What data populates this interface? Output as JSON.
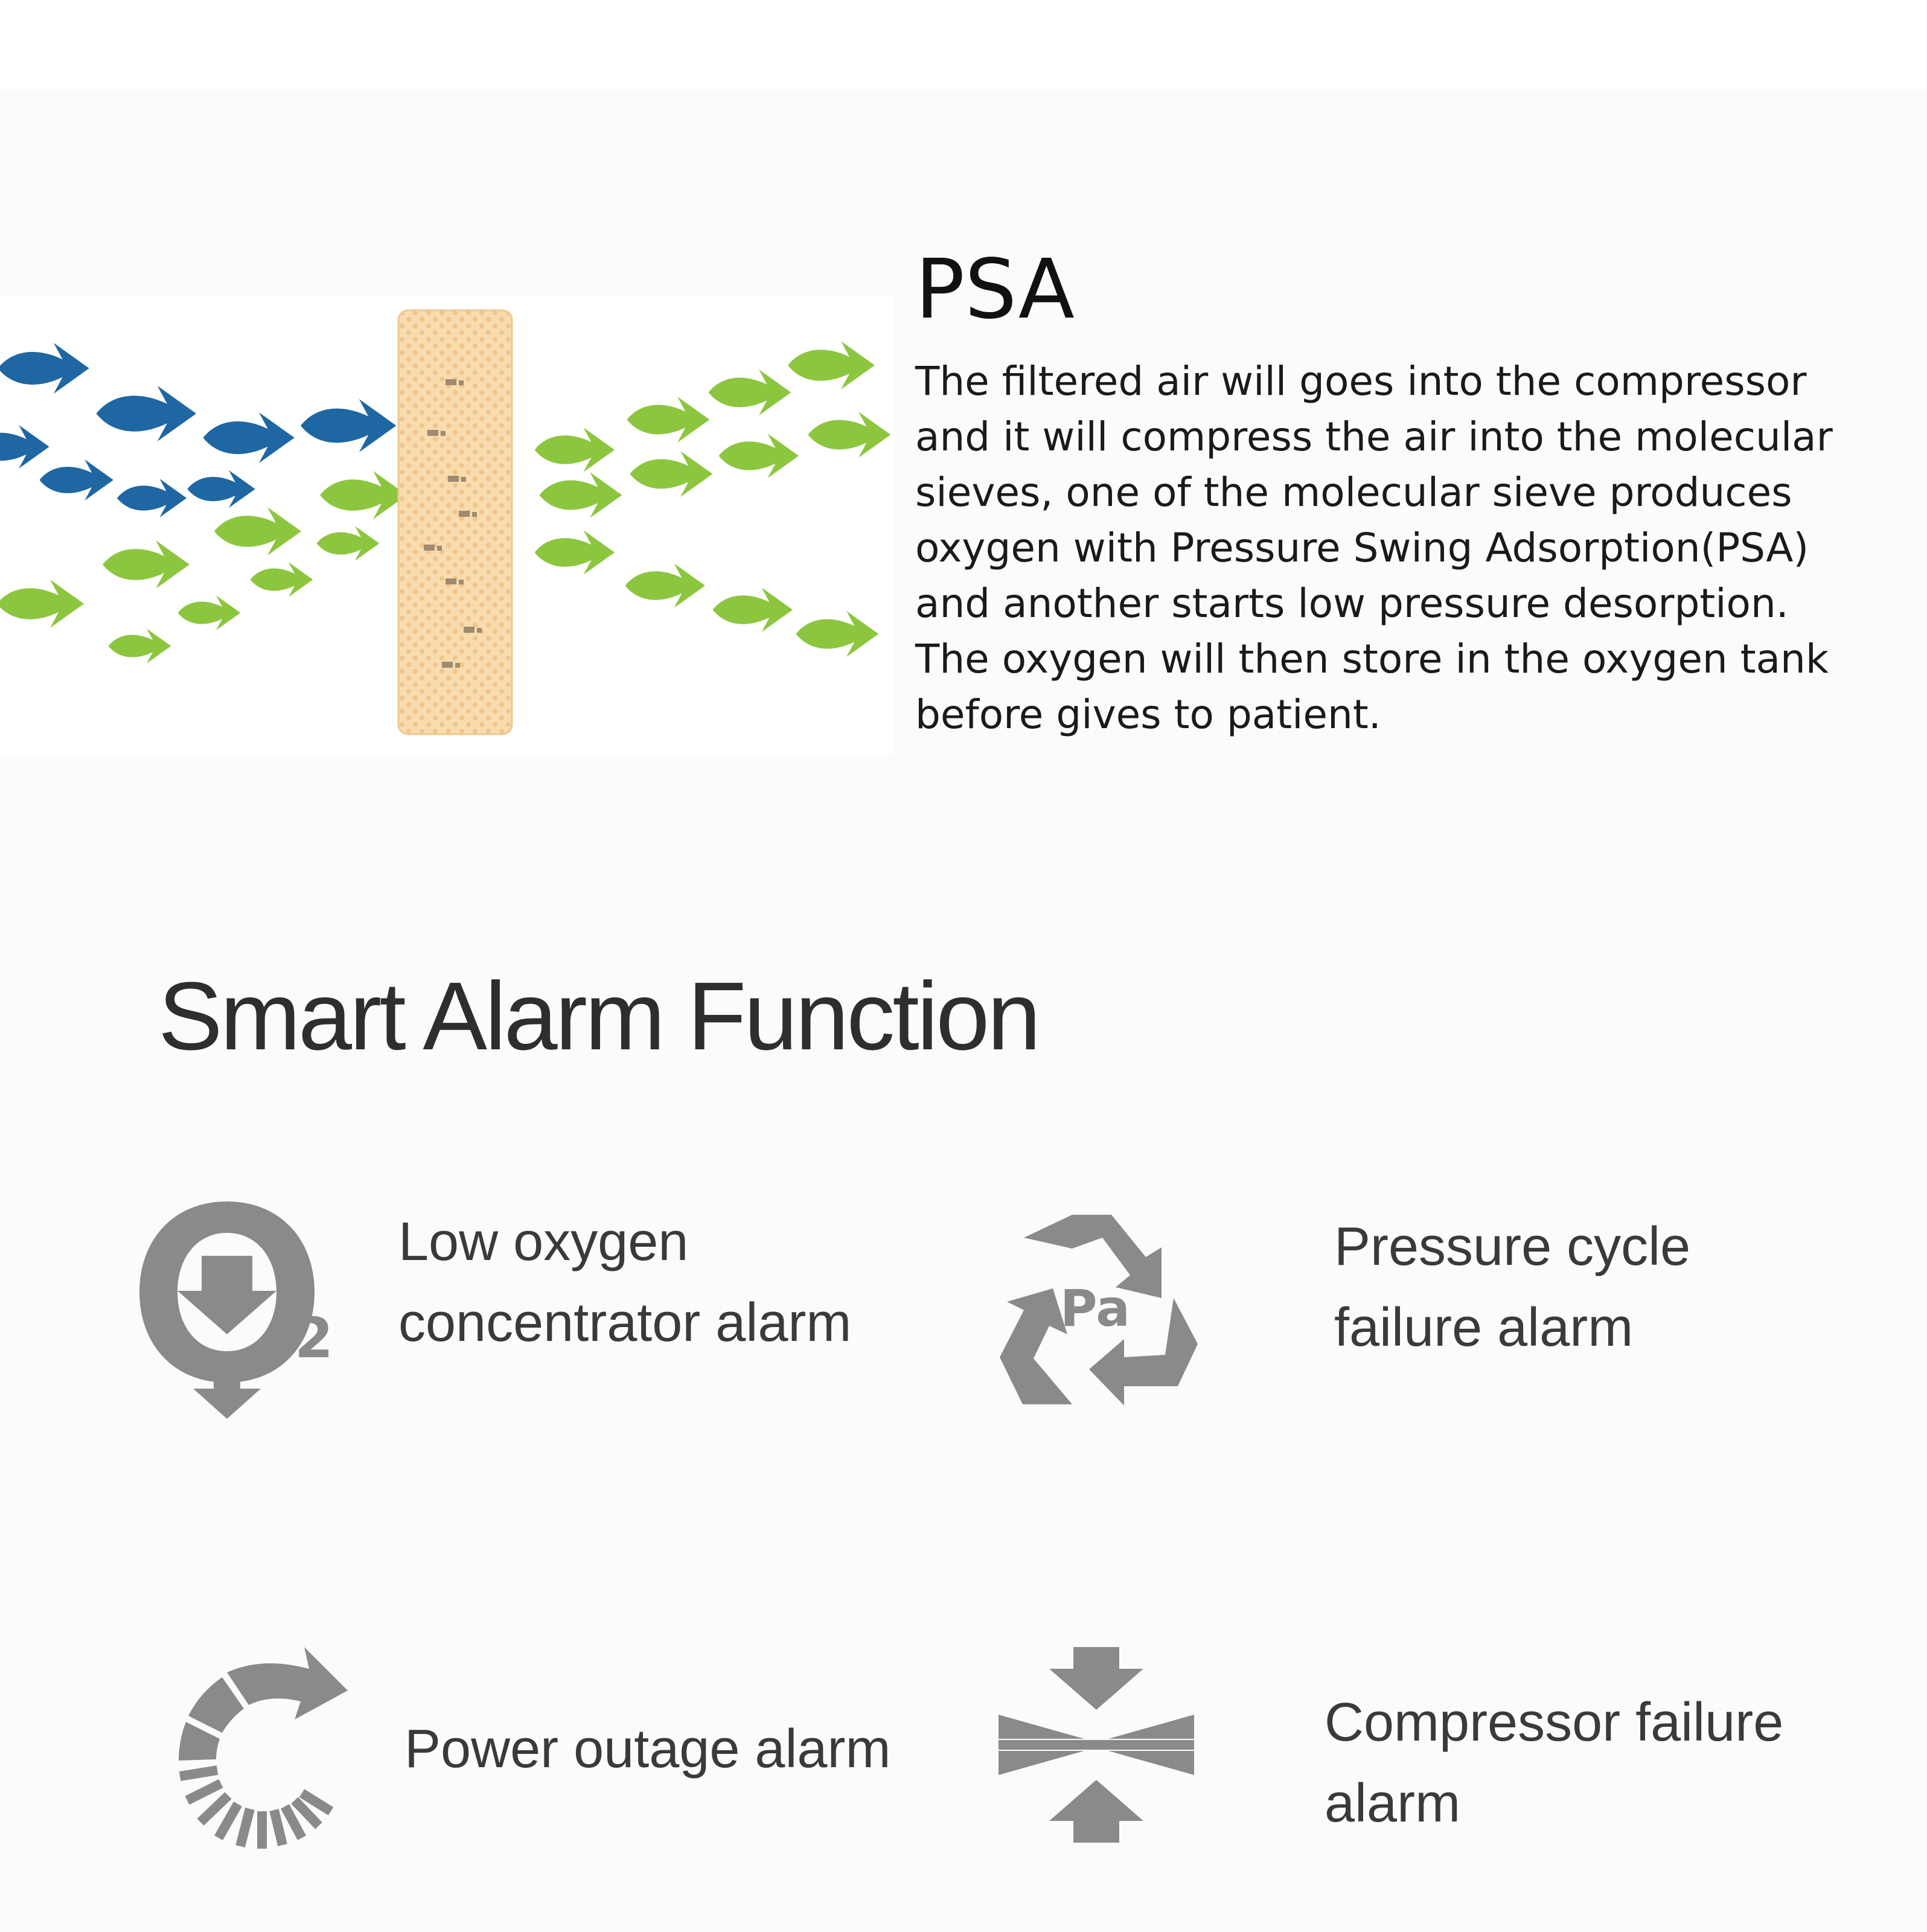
{
  "psa": {
    "title": "PSA",
    "lines": [
      "The filtered  air will goes into the compressor",
      "and it will compress the air into the molecular",
      "sieves, one of the molecular sieve produces",
      "oxygen with Pressure Swing Adsorption(PSA)",
      "and another starts low pressure desorption.",
      "The oxygen will then store in the oxygen tank",
      "before gives to patient."
    ],
    "colors": {
      "air_arrows": "#1f67a3",
      "oxygen_arrows": "#8cc63f",
      "sieve": "#f6d4a3"
    }
  },
  "alarms": {
    "title": "Smart Alarm Function",
    "icon_color": "#8a8a8a",
    "items": [
      {
        "icon": "low-oxygen-icon",
        "lines": [
          "Low oxygen",
          "concentrator alarm"
        ],
        "icon_text": "2"
      },
      {
        "icon": "pressure-cycle-icon",
        "lines": [
          "Pressure cycle",
          "failure alarm"
        ],
        "icon_text": "Pa"
      },
      {
        "icon": "power-outage-icon",
        "lines": [
          "Power outage alarm"
        ]
      },
      {
        "icon": "compressor-icon",
        "lines": [
          "Compressor failure",
          "alarm"
        ]
      }
    ]
  }
}
